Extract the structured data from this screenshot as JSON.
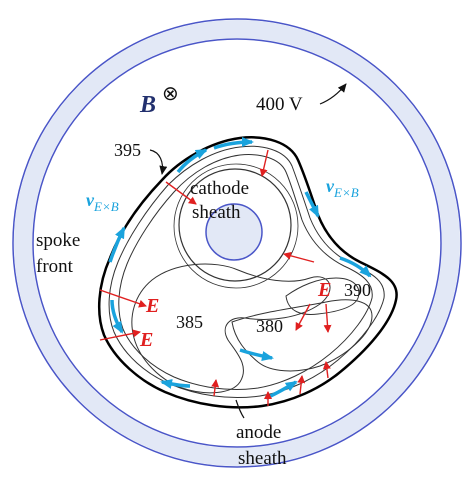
{
  "labels": {
    "b_field": "B",
    "b_symbol": "⊗",
    "potential_400": "400 V",
    "potential_395": "395",
    "cathode_sheath_line1": "cathode",
    "cathode_sheath_line2": "sheath",
    "vexb_v": "v",
    "vexb_sub": "E×B",
    "spoke_front_line1": "spoke",
    "spoke_front_line2": "front",
    "e_field": "E",
    "potential_390": "390",
    "potential_385": "385",
    "potential_380": "380",
    "anode_sheath_line1": "anode",
    "anode_sheath_line2": "sheath"
  },
  "colors": {
    "ring": "#4a56c8",
    "ring_fill": "#e2e8f6",
    "drift_arrow": "#1aa3dd",
    "efield_arrow": "#e02020",
    "b_label": "#22306e",
    "contour": "#333333"
  }
}
